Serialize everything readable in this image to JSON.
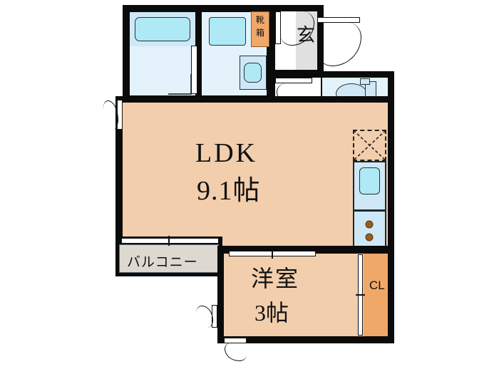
{
  "plan": {
    "rooms": [
      {
        "id": "ldk",
        "label": "LDK",
        "size": "9.1帖",
        "name": "Living Dining Kitchen"
      },
      {
        "id": "washitsu",
        "label": "洋室",
        "size": "3帖",
        "name": "Western-style room"
      },
      {
        "id": "balcony",
        "label": "バルコニー",
        "size": "",
        "name": "Balcony"
      },
      {
        "id": "entrance",
        "label": "玄",
        "size": "",
        "name": "Entrance"
      },
      {
        "id": "closet",
        "label": "CL",
        "size": "",
        "name": "Closet"
      },
      {
        "id": "shoebox",
        "label": "靴箱",
        "size": "",
        "name": "Shoe cabinet"
      }
    ],
    "labels": {
      "ldk_name": "LDK",
      "ldk_size": "9.1帖",
      "room_name": "洋室",
      "room_size": "3帖",
      "balcony": "バルコニー",
      "entrance": "玄",
      "closet": "CL",
      "shoebox_l1": "靴",
      "shoebox_l2": "箱"
    },
    "fixtures": [
      {
        "name": "bathtub",
        "room": "bathroom"
      },
      {
        "name": "washing-machine",
        "room": "washroom"
      },
      {
        "name": "vanity-sink",
        "room": "washroom"
      },
      {
        "name": "toilet",
        "room": "toilet"
      },
      {
        "name": "toilet-tank",
        "room": "toilet"
      },
      {
        "name": "kitchen-sink",
        "room": "ldk"
      },
      {
        "name": "gas-stove",
        "room": "ldk"
      },
      {
        "name": "refrigerator-space",
        "room": "ldk"
      }
    ],
    "colors": {
      "wall": "#0b0b0b",
      "floor": "#f2cead",
      "wet": "#e4f2fb",
      "wet_deep": "#cfe8f7",
      "tub_water": "#aee9f5",
      "entry": "#e0e0e0",
      "balcony": "#ddd8d0",
      "closet": "#f0a868"
    }
  }
}
